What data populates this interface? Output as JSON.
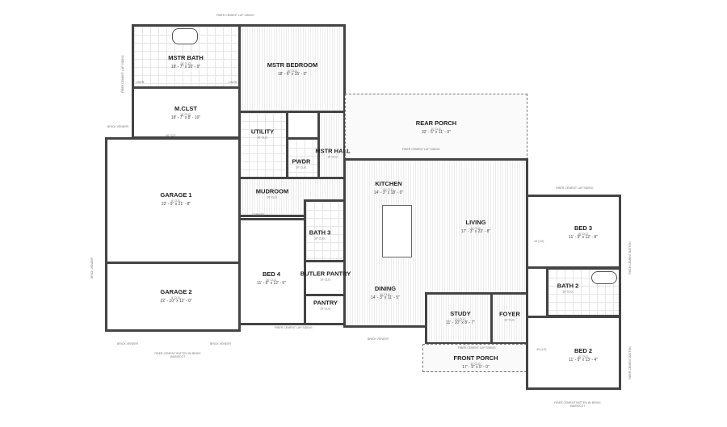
{
  "rooms": {
    "mstr_bath": {
      "name": "MSTR BATH",
      "clg": "10' CLG.",
      "dim": "18' - 7\" x 10' - 9\""
    },
    "mstr_bedroom": {
      "name": "MSTR BEDROOM",
      "clg": "10' CLG.",
      "dim": "18' - 6\" x 15' - 0\""
    },
    "mclst": {
      "name": "M.CLST",
      "clg": "10' CLG.",
      "dim": "18' - 7\" x 8' - 10\""
    },
    "utility": {
      "name": "UTILITY",
      "clg": "10' CLG."
    },
    "pwdr": {
      "name": "PWDR",
      "clg": "10' CLG."
    },
    "mstr_hall": {
      "name": "MSTR HALL",
      "clg": "10' CLG."
    },
    "garage1": {
      "name": "GARAGE 1",
      "clg": "9' CLG.",
      "dim": "22' - 9\" x 21' - 8\""
    },
    "garage2": {
      "name": "GARAGE 2",
      "clg": "9' CLG.",
      "dim": "22' - 10\" x 12' - 0\""
    },
    "mudroom": {
      "name": "MUDROOM",
      "clg": "10' CLG."
    },
    "bed4": {
      "name": "BED 4",
      "clg": "10' CLG.",
      "dim": "11' - 6\" x 12' - 5\""
    },
    "bath3": {
      "name": "BATH 3",
      "clg": "10' CLG."
    },
    "butler_pantry": {
      "name": "BUTLER PANTRY",
      "clg": "10' CLG."
    },
    "pantry": {
      "name": "PANTRY",
      "clg": "10' CLG."
    },
    "rear_porch": {
      "name": "REAR PORCH",
      "clg": "11' CLG.",
      "dim": "32' - 5\" x 11' - 0\""
    },
    "kitchen": {
      "name": "KITCHEN",
      "clg": "11' CLG.",
      "dim": "14' - 3\" x 18' - 0\""
    },
    "living": {
      "name": "LIVING",
      "clg": "11' CLG.",
      "dim": "17' - 3\" x 23' - 8\""
    },
    "dining": {
      "name": "DINING",
      "clg": "11' CLG.",
      "dim": "14' - 3\" x 11' - 5\""
    },
    "study": {
      "name": "STUDY",
      "clg": "11' CLG.",
      "dim": "11' - 10\" x 8' - 7\""
    },
    "foyer": {
      "name": "FOYER",
      "clg": "11' CLG."
    },
    "front_porch": {
      "name": "FRONT PORCH",
      "clg": "11' CLG.",
      "dim": "17' - 9\" x 5' - 0\""
    },
    "bed3": {
      "name": "BED 3",
      "clg": "10' CLG.",
      "dim": "11' - 9\" x 12' - 8\""
    },
    "bath2": {
      "name": "BATH 2",
      "clg": "10' CLG."
    },
    "bed2": {
      "name": "BED 2",
      "clg": "10' CLG.",
      "dim": "11' - 9\" x 13' - 4\""
    }
  },
  "notes": {
    "lap_siding": "FIBER CEMENT LAP SIDING",
    "brick_veneer": "BRICK VENEER",
    "batten_wainscot": "FIBER CEMENT BATTEN W/ BRICK WAINSCOT",
    "batten": "FIBER CEMENT BATTEN",
    "cubbies": "CUBBIES",
    "linen": "LINEN",
    "shelf": "4S (1/2)"
  }
}
